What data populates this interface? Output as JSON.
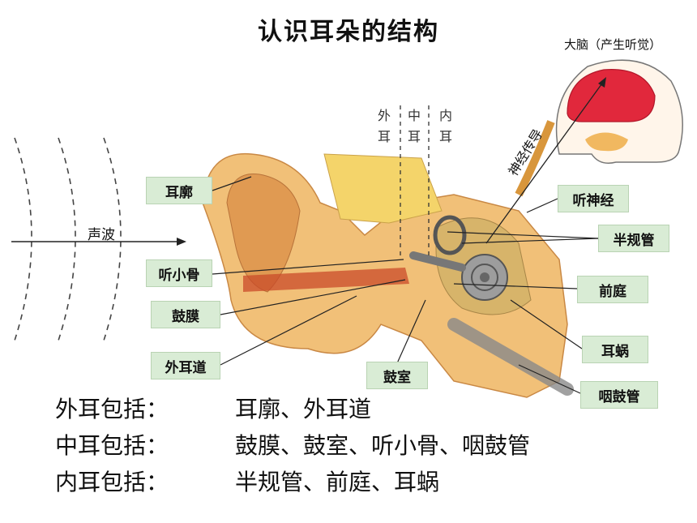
{
  "title": "认识耳朵的结构",
  "brain_label": "大脑（产生听觉）",
  "nerve_signal_label": "神经传导",
  "sound_wave_label": "声波",
  "sections": {
    "outer": [
      "外",
      "耳"
    ],
    "middle": [
      "中",
      "耳"
    ],
    "inner": [
      "内",
      "耳"
    ]
  },
  "labels": {
    "pinna": "耳廓",
    "ossicles": "听小骨",
    "eardrum": "鼓膜",
    "ear_canal": "外耳道",
    "tympanic_cavity": "鼓室",
    "auditory_nerve": "听神经",
    "semicircular_canals": "半规管",
    "vestibule": "前庭",
    "cochlea": "耳蜗",
    "eustachian_tube": "咽鼓管"
  },
  "summary": [
    {
      "key": "外耳包括：",
      "value": "耳廓、外耳道"
    },
    {
      "key": "中耳包括：",
      "value": "鼓膜、鼓室、听小骨、咽鼓管"
    },
    {
      "key": "内耳包括：",
      "value": "半规管、前庭、耳蜗"
    }
  ],
  "colors": {
    "label_bg": "#d9ecd5",
    "skin": "#e9a25a",
    "bone": "#f3d77a",
    "brain": "#e1283c"
  }
}
